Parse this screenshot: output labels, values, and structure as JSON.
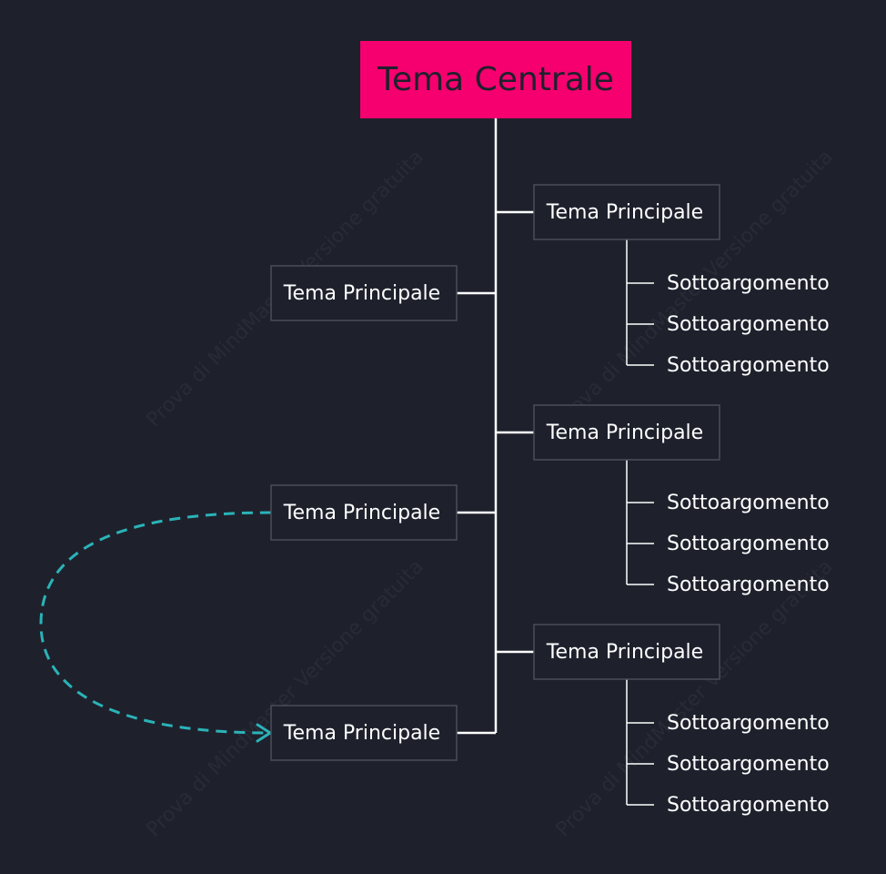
{
  "central_topic": "Tema Centrale",
  "main_topics": [
    {
      "label": "Tema Principale",
      "side": "right",
      "subtopics": [
        "Sottoargomento",
        "Sottoargomento",
        "Sottoargomento"
      ]
    },
    {
      "label": "Tema Principale",
      "side": "left",
      "subtopics": []
    },
    {
      "label": "Tema Principale",
      "side": "right",
      "subtopics": [
        "Sottoargomento",
        "Sottoargomento",
        "Sottoargomento"
      ]
    },
    {
      "label": "Tema Principale",
      "side": "left",
      "subtopics": []
    },
    {
      "label": "Tema Principale",
      "side": "right",
      "subtopics": [
        "Sottoargomento",
        "Sottoargomento",
        "Sottoargomento"
      ]
    },
    {
      "label": "Tema Principale",
      "side": "left",
      "subtopics": []
    }
  ],
  "relationship": {
    "from": 3,
    "to": 5,
    "style": "dashed",
    "color": "#2ab3b8"
  },
  "watermark": "Prova di MindMaster Versione gratuita",
  "colors": {
    "background": "#1e212c",
    "central_fill": "#f5006e",
    "topic_fill": "#1e212c",
    "topic_border": "#4a4e5a",
    "line": "#ffffff",
    "relationship": "#2ab3b8",
    "text": "#ffffff",
    "central_text": "#1e212c"
  }
}
